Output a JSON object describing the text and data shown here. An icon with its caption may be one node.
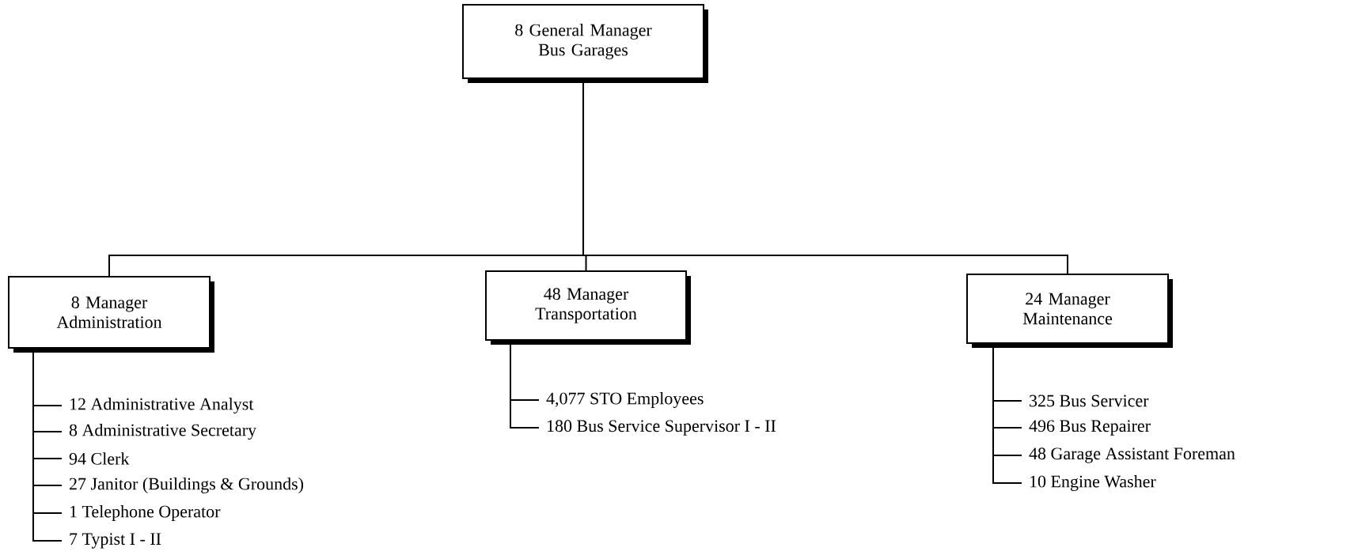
{
  "diagram": {
    "nodes": [
      {
        "text": [
          "8 General Manager Bus Garages"
        ]
      },
      {
        "text": [
          "8 Manager Administration"
        ]
      },
      {
        "text": [
          "48 Manager Transportation"
        ]
      },
      {
        "text": [
          "24 Manager Maintenance"
        ]
      },
      {
        "text": [
          "12 Administrative Analyst"
        ]
      },
      {
        "text": [
          "8 Administrative Secretary"
        ]
      },
      {
        "text": [
          "94 Clerk"
        ]
      },
      {
        "text": [
          "27 Janitor (Buildings & Grounds)"
        ]
      },
      {
        "text": [
          "1 Telephone Operator"
        ]
      },
      {
        "text": [
          "7 Typist I - II"
        ]
      },
      {
        "text": [
          "4,077 STO Employees"
        ]
      },
      {
        "text": [
          "180 Bus Service Supervisor I - II"
        ]
      },
      {
        "text": [
          "325 Bus Servicer"
        ]
      },
      {
        "text": [
          "496 Bus Repairer"
        ]
      },
      {
        "text": [
          "48 Garage Assistant Foreman"
        ]
      },
      {
        "text": [
          "10 Engine Washer"
        ]
      }
    ],
    "edges": [
      {
        "from": 0,
        "to": 1,
        "arrow": "none"
      },
      {
        "from": 0,
        "to": 2,
        "arrow": "none"
      },
      {
        "from": 0,
        "to": 3,
        "arrow": "none"
      },
      {
        "from": 1,
        "to": 4,
        "arrow": "none"
      },
      {
        "from": 1,
        "to": 5,
        "arrow": "none"
      },
      {
        "from": 1,
        "to": 6,
        "arrow": "none"
      },
      {
        "from": 1,
        "to": 7,
        "arrow": "none"
      },
      {
        "from": 1,
        "to": 8,
        "arrow": "none"
      },
      {
        "from": 1,
        "to": 9,
        "arrow": "none"
      },
      {
        "from": 2,
        "to": 10,
        "arrow": "none"
      },
      {
        "from": 2,
        "to": 11,
        "arrow": "none"
      },
      {
        "from": 3,
        "to": 12,
        "arrow": "none"
      },
      {
        "from": 3,
        "to": 13,
        "arrow": "none"
      },
      {
        "from": 3,
        "to": 14,
        "arrow": "none"
      },
      {
        "from": 3,
        "to": 15,
        "arrow": "none"
      }
    ]
  }
}
